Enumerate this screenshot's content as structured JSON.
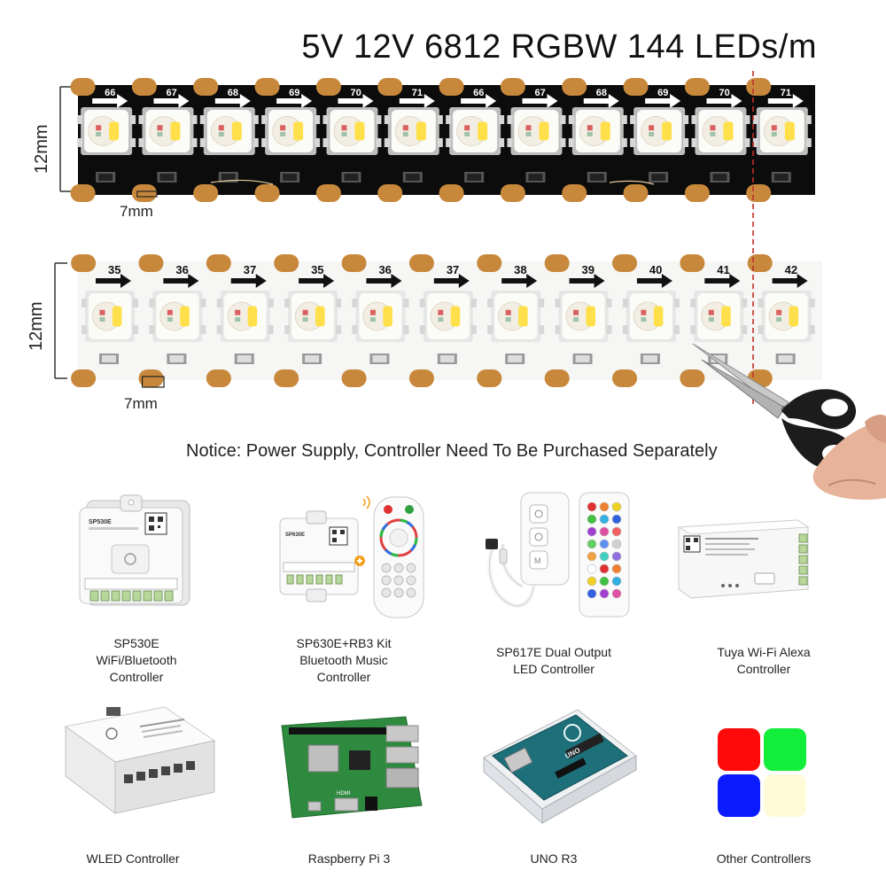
{
  "title": "5V  12V 6812 RGBW 144 LEDs/m",
  "strip_black": {
    "height_label": "12mm",
    "pitch_label": "7mm",
    "led_numbers": [
      "66",
      "67",
      "68",
      "69",
      "70",
      "71",
      "66",
      "67",
      "68",
      "69",
      "70",
      "71"
    ]
  },
  "strip_white": {
    "height_label": "12mm",
    "pitch_label": "7mm",
    "led_numbers": [
      "35",
      "36",
      "37",
      "35",
      "36",
      "37",
      "38",
      "39",
      "40",
      "41",
      "42"
    ]
  },
  "notice": "Notice: Power Supply, Controller Need To Be Purchased Separately",
  "products": [
    {
      "lines": [
        "SP530E",
        "WiFi/Bluetooth",
        "Controller"
      ]
    },
    {
      "lines": [
        "SP630E+RB3 Kit",
        "Bluetooth Music",
        "Controller"
      ]
    },
    {
      "lines": [
        "SP617E Dual Output",
        "LED Controller"
      ]
    },
    {
      "lines": [
        "Tuya Wi-Fi Alexa",
        "Controller"
      ]
    },
    {
      "lines": [
        "WLED Controller"
      ]
    },
    {
      "lines": [
        "Raspberry Pi 3"
      ]
    },
    {
      "lines": [
        "UNO R3"
      ]
    },
    {
      "lines": [
        "Other Controllers"
      ]
    }
  ],
  "device_labels": {
    "sp530e": "SP530E",
    "sp630e": "SP630E",
    "hdmi": "HDMI",
    "arduino": "UNO"
  },
  "colors": {
    "strip_black": "#0c0c0c",
    "strip_white": "#f6f6f4",
    "copper_pad": "#c8883c",
    "cut_line": "#c0302a",
    "pcb_green": "#2e8a3e",
    "arduino_teal": "#1d6f7a",
    "swatch_red": "#ff0a0a",
    "swatch_green": "#12ee3a",
    "swatch_blue": "#0a1cff",
    "swatch_cream": "#fffbd8"
  }
}
